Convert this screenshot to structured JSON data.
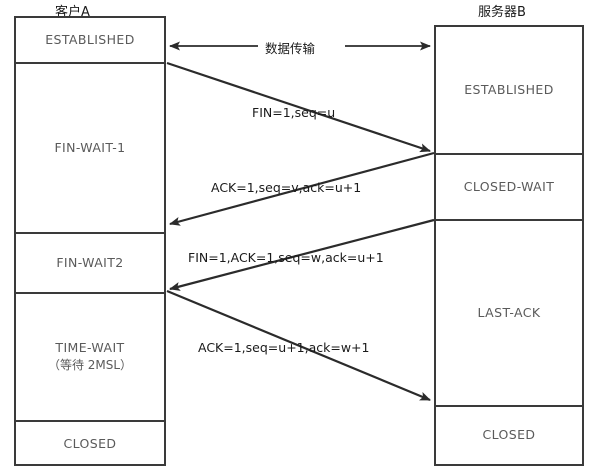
{
  "diagram": {
    "title": "TCP four-way handshake connection termination",
    "colors": {
      "border": "#3a3a3a",
      "state_text": "#5a5a5a",
      "label_text": "#1a1a1a",
      "arrow": "#2b2b2b",
      "background": "#ffffff"
    }
  },
  "client": {
    "title": "客户A",
    "states": [
      {
        "label": "ESTABLISHED",
        "sub": ""
      },
      {
        "label": "FIN-WAIT-1",
        "sub": ""
      },
      {
        "label": "FIN-WAIT2",
        "sub": ""
      },
      {
        "label": "TIME-WAIT",
        "sub": "（等待 2MSL）"
      },
      {
        "label": "CLOSED",
        "sub": ""
      }
    ]
  },
  "server": {
    "title": "服务器B",
    "states": [
      {
        "label": "ESTABLISHED",
        "sub": ""
      },
      {
        "label": "CLOSED-WAIT",
        "sub": ""
      },
      {
        "label": "LAST-ACK",
        "sub": ""
      },
      {
        "label": "CLOSED",
        "sub": ""
      }
    ]
  },
  "messages": [
    {
      "name": "data-transfer",
      "text": "数据传输",
      "direction": "bidirectional"
    },
    {
      "name": "fin-1",
      "text": "FIN=1,seq=u",
      "direction": "client-to-server"
    },
    {
      "name": "ack-1",
      "text": "ACK=1,seq=v,ack=u+1",
      "direction": "server-to-client"
    },
    {
      "name": "fin-ack",
      "text": "FIN=1,ACK=1,seq=w,ack=u+1",
      "direction": "server-to-client"
    },
    {
      "name": "ack-2",
      "text": "ACK=1,seq=u+1,ack=w+1",
      "direction": "client-to-server"
    }
  ]
}
